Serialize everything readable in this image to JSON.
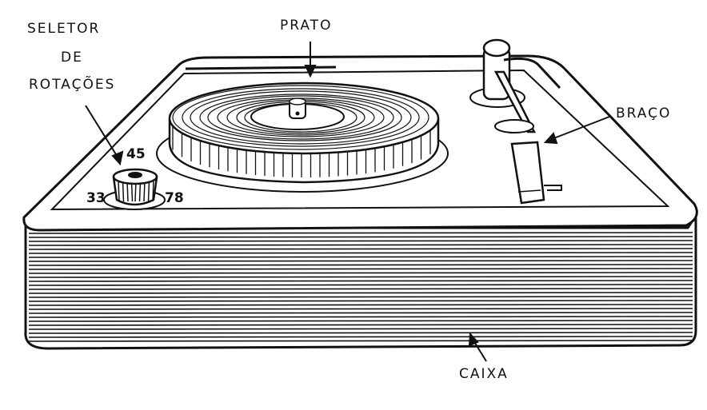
{
  "labels": {
    "selector_line1": "SELETOR",
    "selector_line2": "DE",
    "selector_line3": "ROTAÇÕES",
    "plate": "PRATO",
    "arm": "BRAÇO",
    "case": "CAIXA"
  },
  "speeds": {
    "s33": "33",
    "s45": "45",
    "s78": "78"
  },
  "colors": {
    "ink": "#111111",
    "paper": "#ffffff"
  }
}
